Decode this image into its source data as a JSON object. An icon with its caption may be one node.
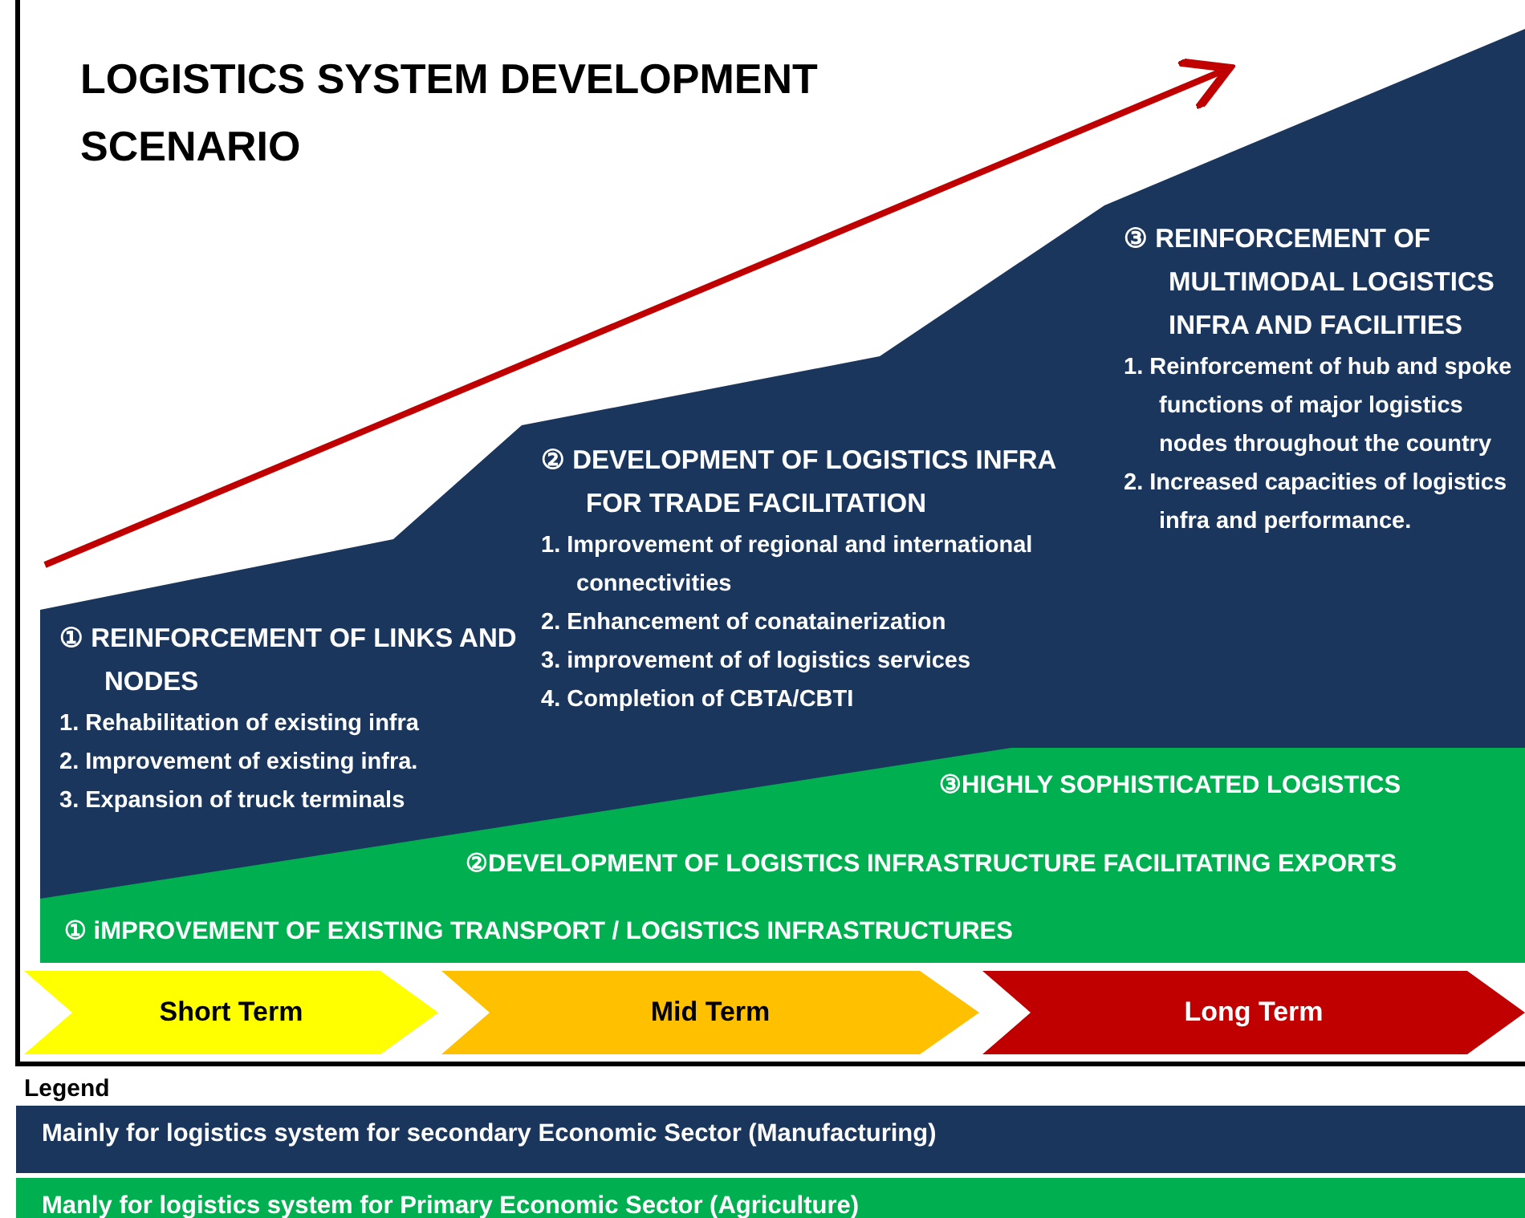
{
  "diagram": {
    "title": "LOGISTICS SYSTEM DEVELOPMENT SCENARIO",
    "nodes": [
      {
        "text": [
          "① REINFORCEMENT OF LINKS AND NODES",
          "1. Rehabilitation of existing infra",
          "2. Improvement of existing infra.",
          "3. Expansion of truck terminals"
        ]
      },
      {
        "text": [
          "② DEVELOPMENT OF LOGISTICS INFRA FOR TRADE FACILITATION",
          "1. Improvement of regional and international connectivities",
          "2. Enhancement of conatainerization",
          "3. improvement of of logistics services",
          "4. Completion of CBTA/CBTI"
        ]
      },
      {
        "text": [
          "③ REINFORCEMENT OF MULTIMODAL LOGISTICS INFRA AND FACILITIES",
          "1. Reinforcement of hub and spoke functions of major logistics nodes throughout the country",
          "2. Increased capacities of logistics infra and performance."
        ]
      },
      {
        "text": [
          "③HIGHLY SOPHISTICATED LOGISTICS"
        ]
      },
      {
        "text": [
          "②DEVELOPMENT OF LOGISTICS INFRASTRUCTURE FACILITATING EXPORTS"
        ]
      },
      {
        "text": [
          "① iMPROVEMENT OF EXISTING TRANSPORT / LOGISTICS INFRASTRUCTURES"
        ]
      },
      {
        "text": [
          "Short Term"
        ]
      },
      {
        "text": [
          "Mid Term"
        ]
      },
      {
        "text": [
          "Long Term"
        ]
      }
    ],
    "edges": [],
    "labels": [
      "Legend"
    ],
    "legend": [
      {
        "text": "Mainly for logistics system for secondary Economic Sector (Manufacturing)",
        "color": "#1b365d"
      },
      {
        "text": "Manly for logistics system for Primary Economic Sector (Agriculture)",
        "color": "#00b050"
      }
    ]
  }
}
